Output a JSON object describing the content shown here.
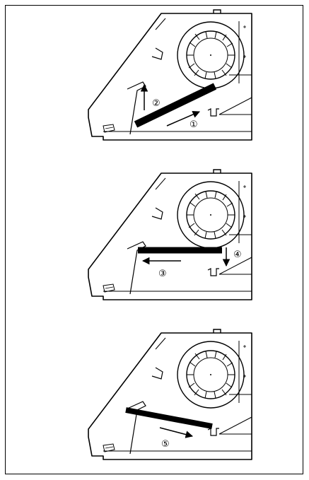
{
  "steps": [
    {
      "symbol": "①"
    },
    {
      "symbol": "②"
    },
    {
      "symbol": "③"
    },
    {
      "symbol": "④"
    },
    {
      "symbol": "⑤"
    }
  ],
  "colors": {
    "line": "#000000",
    "background": "#ffffff",
    "filter": "#000000"
  },
  "icons": [
    "fan-icon",
    "arrow-icon",
    "filter-bar"
  ]
}
